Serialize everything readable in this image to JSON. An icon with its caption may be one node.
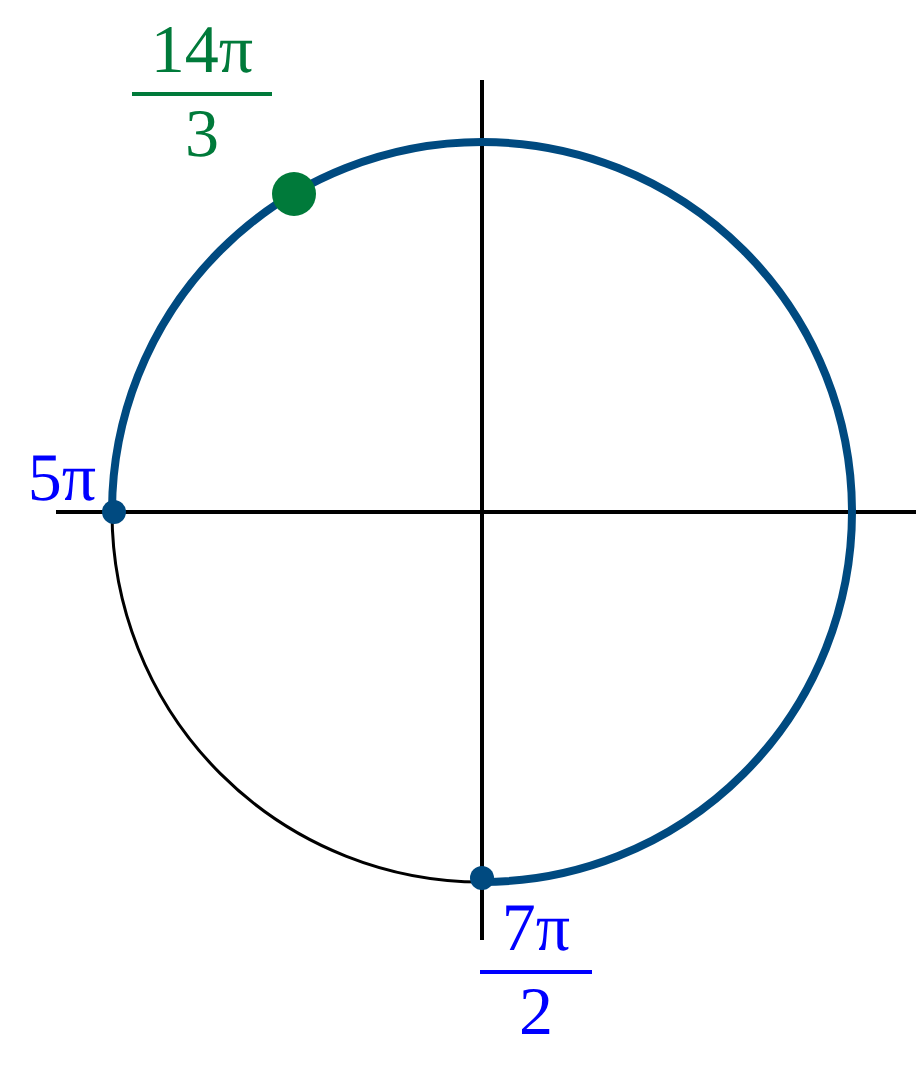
{
  "diagram": {
    "nodes": [
      {
        "text": [],
        "shape": "circle",
        "beside": [
          "14π",
          "3"
        ]
      },
      {
        "text": [],
        "shape": "circle",
        "beside": [
          "5π"
        ]
      },
      {
        "text": [],
        "shape": "circle",
        "beside": [
          "7π",
          "2"
        ]
      }
    ]
  }
}
